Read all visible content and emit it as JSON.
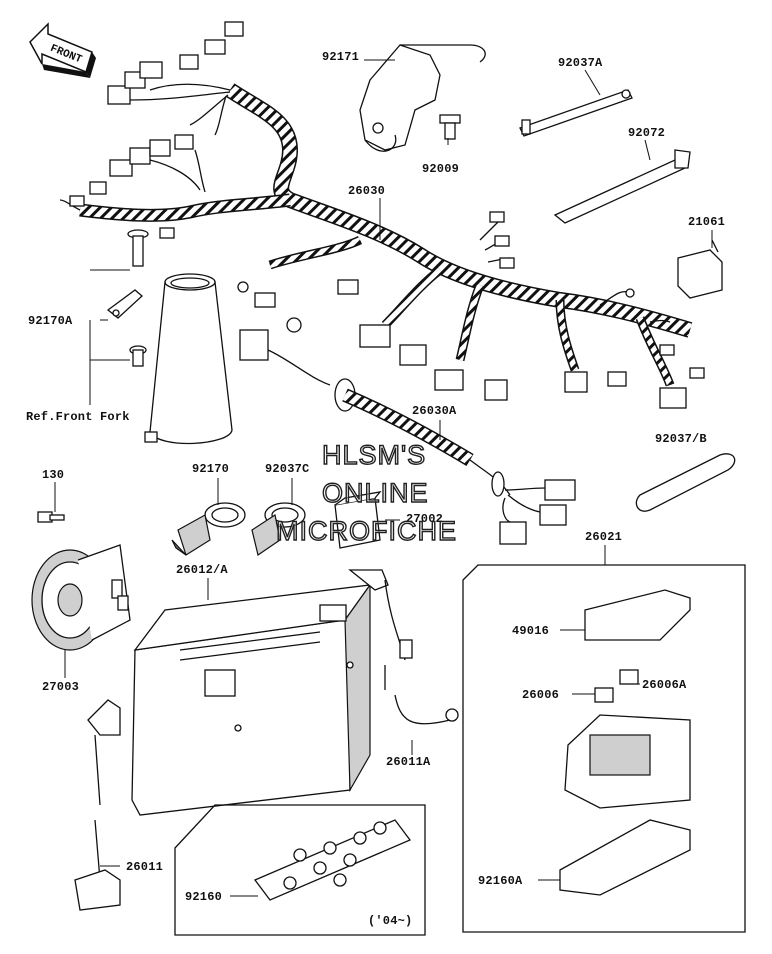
{
  "front_arrow": {
    "text": "FRONT"
  },
  "watermark": {
    "line1": "HLSM'S",
    "line2": "ONLINE",
    "line3": "MICROFICHE"
  },
  "reference_note": "Ref.Front Fork",
  "year_note": "('04~)",
  "parts": [
    {
      "id": "p92171",
      "label": "92171"
    },
    {
      "id": "p92037A",
      "label": "92037A"
    },
    {
      "id": "p92072",
      "label": "92072"
    },
    {
      "id": "p92009",
      "label": "92009"
    },
    {
      "id": "p26030",
      "label": "26030"
    },
    {
      "id": "p21061",
      "label": "21061"
    },
    {
      "id": "p92170A",
      "label": "92170A"
    },
    {
      "id": "p26030A",
      "label": "26030A"
    },
    {
      "id": "p92037B",
      "label": "92037/B"
    },
    {
      "id": "p130",
      "label": "130"
    },
    {
      "id": "p92170",
      "label": "92170"
    },
    {
      "id": "p92037C",
      "label": "92037C"
    },
    {
      "id": "p27002",
      "label": "27002"
    },
    {
      "id": "p26021",
      "label": "26021"
    },
    {
      "id": "p26012A",
      "label": "26012/A"
    },
    {
      "id": "p49016",
      "label": "49016"
    },
    {
      "id": "p27003",
      "label": "27003"
    },
    {
      "id": "p26006",
      "label": "26006"
    },
    {
      "id": "p26006A",
      "label": "26006A"
    },
    {
      "id": "p26011A",
      "label": "26011A"
    },
    {
      "id": "p26011",
      "label": "26011"
    },
    {
      "id": "p92160",
      "label": "92160"
    },
    {
      "id": "p92160A",
      "label": "92160A"
    }
  ]
}
